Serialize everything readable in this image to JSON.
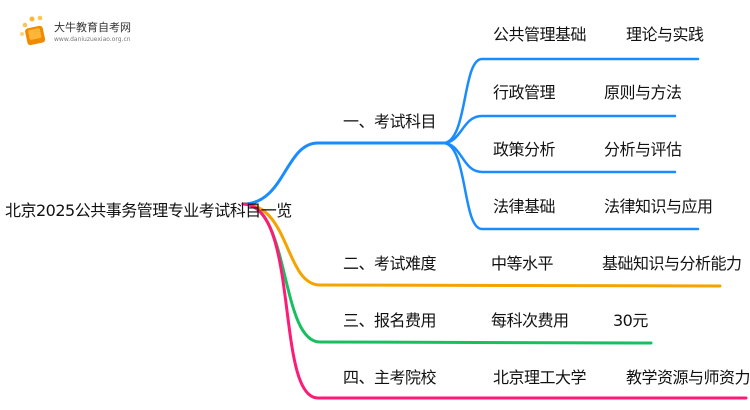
{
  "logo": {
    "title": "大牛教育自考网",
    "url": "www.daniuzuexiao.org.cn"
  },
  "root": "北京2025公共事务管理专业考试科目一览",
  "branches": [
    {
      "label": "一、考试科目",
      "color": "#1a8cff",
      "children": [
        {
          "name": "公共管理基础",
          "desc": "理论与实践"
        },
        {
          "name": "行政管理",
          "desc": "原则与方法"
        },
        {
          "name": "政策分析",
          "desc": "分析与评估"
        },
        {
          "name": "法律基础",
          "desc": "法律知识与应用"
        }
      ]
    },
    {
      "label": "二、考试难度",
      "color": "#f5a300",
      "value": "中等水平",
      "desc": "基础知识与分析能力"
    },
    {
      "label": "三、报名费用",
      "color": "#16c060",
      "value": "每科次费用",
      "desc": "30元"
    },
    {
      "label": "四、主考院校",
      "color": "#ff1a75",
      "value": "北京理工大学",
      "desc": "教学资源与师资力量"
    }
  ]
}
